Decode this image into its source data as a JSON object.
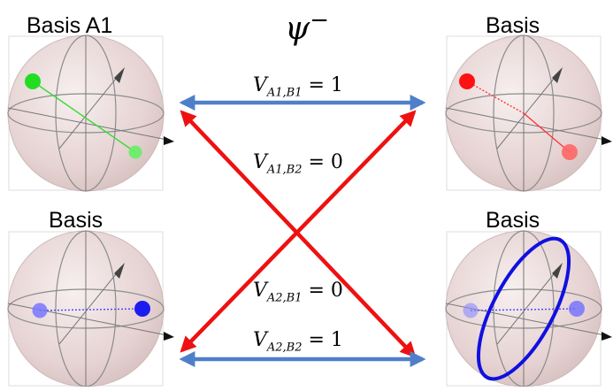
{
  "title": {
    "symbol": "ψ",
    "superscript": "−"
  },
  "spheres": [
    {
      "label": "Basis A1",
      "state_color": "#22dd22",
      "line_color": "#33dd33"
    },
    {
      "label": "Basis",
      "state_color": "#ff1111",
      "line_color": "#ff3333"
    },
    {
      "label": "Basis",
      "state_color": "#3a3aff",
      "line_color": "#4444ff"
    },
    {
      "label": "Basis",
      "state_color": "#1010e0",
      "line_color": "#4444ff"
    }
  ],
  "equations": [
    {
      "var": "V",
      "sub": "A1,B1",
      "rhs": " = 1"
    },
    {
      "var": "V",
      "sub": "A1,B2",
      "rhs": " = 0"
    },
    {
      "var": "V",
      "sub": "A2,B1",
      "rhs": " = 0"
    },
    {
      "var": "V",
      "sub": "A2,B2",
      "rhs": " = 1"
    }
  ],
  "colors": {
    "blue_arrow": "#4f7fc9",
    "red_arrow": "#ee1111",
    "sphere_fill": "#ead7d7"
  }
}
